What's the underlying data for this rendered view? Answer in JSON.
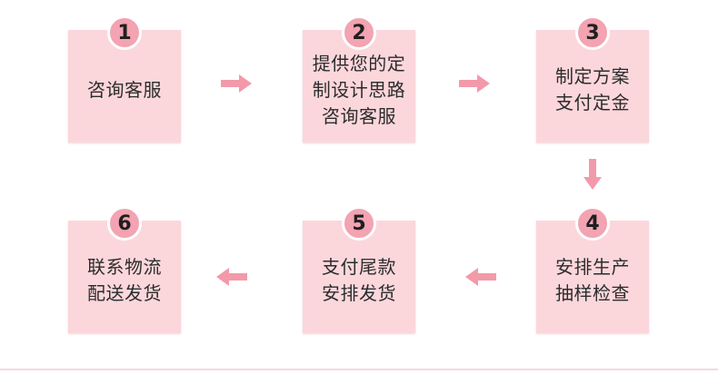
{
  "colors": {
    "card_fill": "#fbd7dc",
    "badge_fill": "#f3a3b1",
    "arrow_fill": "#f39aaa",
    "text": "#2c2c2c"
  },
  "steps": [
    {
      "number": "1",
      "lines": [
        "咨询客服"
      ]
    },
    {
      "number": "2",
      "lines": [
        "提供您的定",
        "制设计思路",
        "咨询客服"
      ]
    },
    {
      "number": "3",
      "lines": [
        "制定方案",
        "支付定金"
      ]
    },
    {
      "number": "4",
      "lines": [
        "安排生产",
        "抽样检查"
      ]
    },
    {
      "number": "5",
      "lines": [
        "支付尾款",
        "安排发货"
      ]
    },
    {
      "number": "6",
      "lines": [
        "联系物流",
        "配送发货"
      ]
    }
  ],
  "flow": [
    {
      "from": "1",
      "to": "2",
      "direction": "right"
    },
    {
      "from": "2",
      "to": "3",
      "direction": "right"
    },
    {
      "from": "3",
      "to": "4",
      "direction": "down"
    },
    {
      "from": "4",
      "to": "5",
      "direction": "left"
    },
    {
      "from": "5",
      "to": "6",
      "direction": "left"
    }
  ]
}
